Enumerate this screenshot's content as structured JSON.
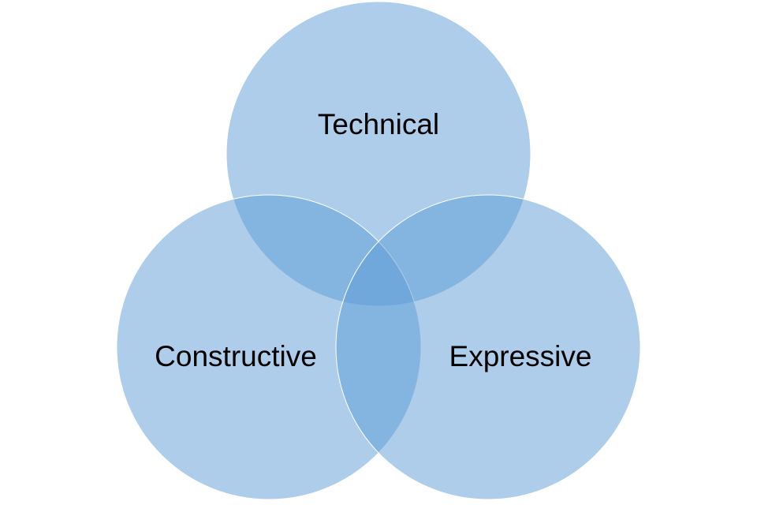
{
  "diagram": {
    "type": "venn",
    "sets": [
      {
        "id": "technical",
        "label": "Technical"
      },
      {
        "id": "constructive",
        "label": "Constructive"
      },
      {
        "id": "expressive",
        "label": "Expressive"
      }
    ],
    "fill_color": "#5b9bd5",
    "stroke_color": "#ffffff"
  }
}
